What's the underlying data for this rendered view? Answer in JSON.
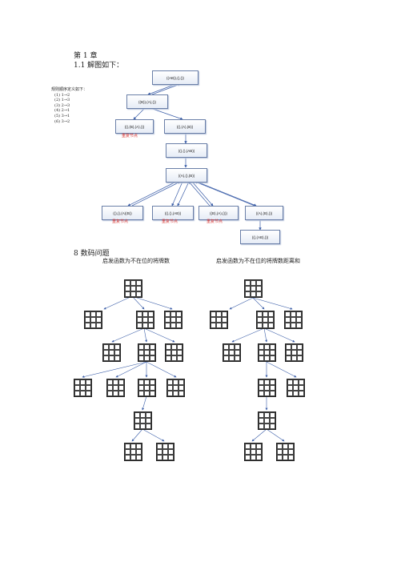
{
  "chapter1": "第 1 章",
  "sec11": "1.1  解图如下：",
  "rules_title": "规则顺序定义如下：",
  "rules": [
    "(1)  1→2",
    "(2)  1→3",
    "(3)  2→3",
    "(4)  2→1",
    "(5)  3→1",
    "(6)  3→2"
  ],
  "nodes": {
    "n1": "((AB)),(),())",
    "n2": "((B)),(A),())",
    "n3": "((),(B),(A),())",
    "n4": "((),(A),(B))",
    "n5": "((),(),(AB))",
    "n6": "((A),(),(B))",
    "n7": "((),(),(A)(B))",
    "n8": "((),(),(AB))",
    "n9": "((B),(A),()))",
    "n10": "((A),(B),())",
    "n11": "((),(AB),())"
  },
  "red": {
    "r1": "重复节点",
    "r2": "重复节点",
    "r3": "重复节点",
    "r4": "重复节点"
  },
  "sec_puzzle": "8 数码问题",
  "sub_left": "启发函数为不在位的将牌数",
  "sub_right": "启发函数为不在位的将牌数距离和"
}
